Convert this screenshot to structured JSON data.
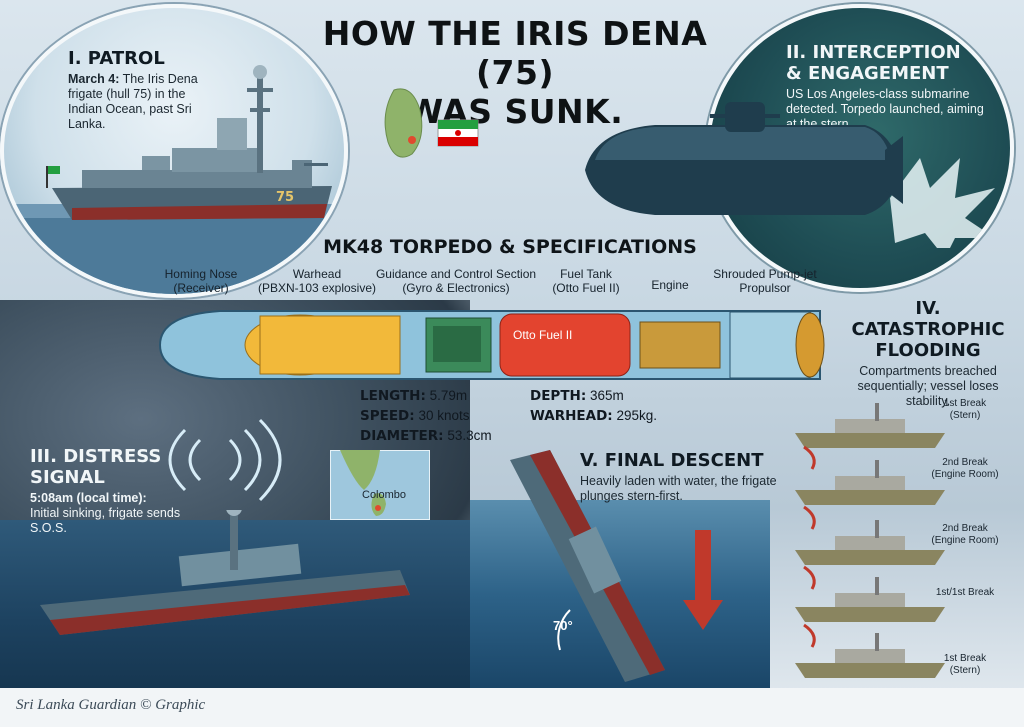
{
  "headline": {
    "line1": "HOW THE IRIS DENA (75)",
    "line2": "WAS SUNK."
  },
  "patrol": {
    "heading": "I. PATROL",
    "date": "March 4:",
    "text": "The Iris Dena frigate (hull 75) in the Indian Ocean, past Sri Lanka.",
    "hull_number": "75"
  },
  "interception": {
    "heading_line1": "II. INTERCEPTION",
    "heading_line2": "& ENGAGEMENT",
    "text": "US Los Angeles-class submarine detected. Torpedo launched, aiming at the stern."
  },
  "torpedo": {
    "title": "MK48 TORPEDO & SPECIFICATIONS",
    "parts": [
      {
        "name": "Homing Nose",
        "sub": "(Receiver)"
      },
      {
        "name": "Warhead",
        "sub": "(PBXN-103 explosive)"
      },
      {
        "name": "Guidance and Control Section",
        "sub": "(Gyro & Electronics)"
      },
      {
        "name": "Fuel Tank",
        "sub": "(Otto Fuel II)"
      },
      {
        "name": "Engine",
        "sub": ""
      },
      {
        "name": "Shrouded Pump-jet",
        "sub": "Propulsor"
      }
    ],
    "fuel_label": "Otto Fuel II",
    "specs_left": [
      {
        "label": "LENGTH:",
        "value": "5.79m"
      },
      {
        "label": "SPEED:",
        "value": "30 knots"
      },
      {
        "label": "DIAMETER:",
        "value": "53.3cm"
      }
    ],
    "specs_right": [
      {
        "label": "DEPTH:",
        "value": "365m"
      },
      {
        "label": "WARHEAD:",
        "value": "295kg."
      }
    ]
  },
  "distress": {
    "heading": "III. DISTRESS SIGNAL",
    "time": "5:08am (local time):",
    "text": "Initial sinking, frigate sends S.O.S.",
    "map_label": "Colombo"
  },
  "flooding": {
    "heading_line1": "IV. CATASTROPHIC",
    "heading_line2": "FLOODING",
    "text": "Compartments breached sequentially; vessel loses stability.",
    "stages": [
      {
        "line1": "1st Break",
        "line2": "(Stern)"
      },
      {
        "line1": "2nd Break",
        "line2": "(Engine Room)"
      },
      {
        "line1": "2nd Break",
        "line2": "(Engine Room)"
      },
      {
        "line1": "1st/1st Break",
        "line2": ""
      },
      {
        "line1": "1st Break",
        "line2": "(Stern)"
      }
    ]
  },
  "descent": {
    "heading": "V. FINAL DESCENT",
    "text": "Heavily laden with water, the frigate plunges stern-first.",
    "angle": "70°"
  },
  "credit": {
    "publisher": "Sri Lanka Guardian",
    "symbol": "©",
    "suffix": "Graphic"
  },
  "colors": {
    "torpedo_body": "#8fc3dc",
    "warhead": "#f2b93a",
    "fuel_tank": "#e3442f",
    "engine": "#c99a3b",
    "sub_panel": "#1f4e55",
    "ship_hull": "#5d7684",
    "arrow": "#c0392b"
  }
}
